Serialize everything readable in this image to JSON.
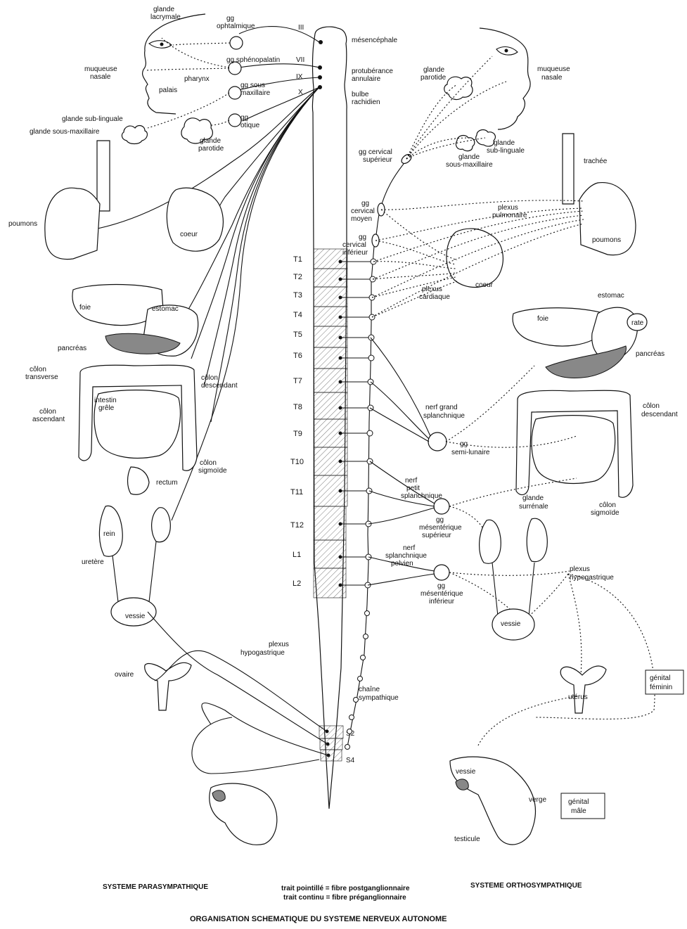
{
  "cns": {
    "mesencephale": "mésencéphale",
    "protuberance": [
      "protubérance",
      "annulaire"
    ],
    "bulbe": [
      "bulbe",
      "rachidien"
    ],
    "cranial_nerves": [
      "III",
      "VII",
      "IX",
      "X"
    ]
  },
  "segments": {
    "thoracic": [
      "T1",
      "T2",
      "T3",
      "T4",
      "T5",
      "T6",
      "T7",
      "T8",
      "T9",
      "T10",
      "T11",
      "T12"
    ],
    "lumbar": [
      "L1",
      "L2"
    ],
    "sacral": [
      "S2",
      "S4"
    ]
  },
  "parasympathetic": {
    "glande_lacrymale": [
      "glande",
      "lacrymale"
    ],
    "gg_ophtalmique": [
      "gg",
      "ophtalmique"
    ],
    "gg_sphenopalatin": "gg sphénopalatin",
    "gg_sous_maxillaire": [
      "gg sous",
      "maxillaire"
    ],
    "gg_otique": [
      "gg",
      "otique"
    ],
    "muqueuse_nasale": [
      "muqueuse",
      "nasale"
    ],
    "pharynx": "pharynx",
    "palais": "palais",
    "glande_sub_linguale": "glande sub-linguale",
    "glande_sous_maxillaire": "glande sous-maxillaire",
    "glande_parotide": [
      "glande",
      "parotide"
    ],
    "poumons": "poumons",
    "coeur": "coeur",
    "foie": "foie",
    "estomac": "estomac",
    "pancreas": "pancréas",
    "colon_transverse": [
      "côlon",
      "transverse"
    ],
    "colon_descendant": [
      "côlon",
      "descendant"
    ],
    "intestin_grele": [
      "intestin",
      "grêle"
    ],
    "colon_ascendant": [
      "côlon",
      "ascendant"
    ],
    "colon_sigmoide": [
      "côlon",
      "sigmoïde"
    ],
    "rectum": "rectum",
    "rein": "rein",
    "uretere": "uretère",
    "vessie": "vessie",
    "ovaire": "ovaire",
    "plexus_hypogastrique": [
      "plexus",
      "hypogastrique"
    ]
  },
  "sympathetic": {
    "glande_parotide": [
      "glande",
      "parotide"
    ],
    "muqueuse_nasale": [
      "muqueuse",
      "nasale"
    ],
    "gg_cervical_superieur": [
      "gg cervical",
      "supérieur"
    ],
    "glande_sub_linguale": [
      "glande",
      "sub-linguale"
    ],
    "glande_sous_maxillaire": [
      "glande",
      "sous-maxillaire"
    ],
    "trachee": "trachée",
    "plexus_pulmonaire": [
      "plexus",
      "pulmonaire"
    ],
    "gg_cervical_moyen": [
      "gg",
      "cervical",
      "moyen"
    ],
    "gg_cervical_inferieur": [
      "gg",
      "cervical",
      "inférieur"
    ],
    "poumons": "poumons",
    "coeur": "coeur",
    "plexus_cardiaque": [
      "plexus",
      "cardiaque"
    ],
    "estomac": "estomac",
    "foie": "foie",
    "rate": "rate",
    "pancreas": "pancréas",
    "colon_descendant": [
      "côlon",
      "descendant"
    ],
    "nerf_grand_splanchnique": [
      "nerf grand",
      "splanchnique"
    ],
    "gg_semi_lunaire": [
      "gg",
      "semi-lunaire"
    ],
    "nerf_petit_splanchnique": [
      "nerf",
      "petit",
      "splanchnique"
    ],
    "gg_mesenterique_superieur": [
      "gg",
      "mésentérique",
      "supérieur"
    ],
    "glande_surrenale": [
      "glande",
      "surrénale"
    ],
    "colon_sigmoide": [
      "côlon",
      "sigmoïde"
    ],
    "nerf_splanchnique_pelvien": [
      "nerf",
      "splanchnique",
      "pelvien"
    ],
    "gg_mesenterique_inferieur": [
      "gg",
      "mésentérique",
      "inférieur"
    ],
    "plexus_hypogastrique": [
      "plexus",
      "hypogastrique"
    ],
    "vessie_right": "vessie",
    "chaine_sympathique": [
      "chaîne",
      "sympathique"
    ],
    "genital_feminin": [
      "génital",
      "féminin"
    ],
    "uterus": "utérus",
    "vessie_male": "vessie",
    "verge": "verge",
    "genital_male": [
      "génital",
      "mâle"
    ],
    "testicule": "testicule"
  },
  "captions": {
    "left": "SYSTEME PARASYMPATHIQUE",
    "right": "SYSTEME ORTHOSYMPATHIQUE",
    "legend": [
      "trait pointillé = fibre postganglionnaire",
      "trait continu = fibre préganglionnaire"
    ],
    "title": "ORGANISATION SCHEMATIQUE DU SYSTEME NERVEUX AUTONOME"
  }
}
